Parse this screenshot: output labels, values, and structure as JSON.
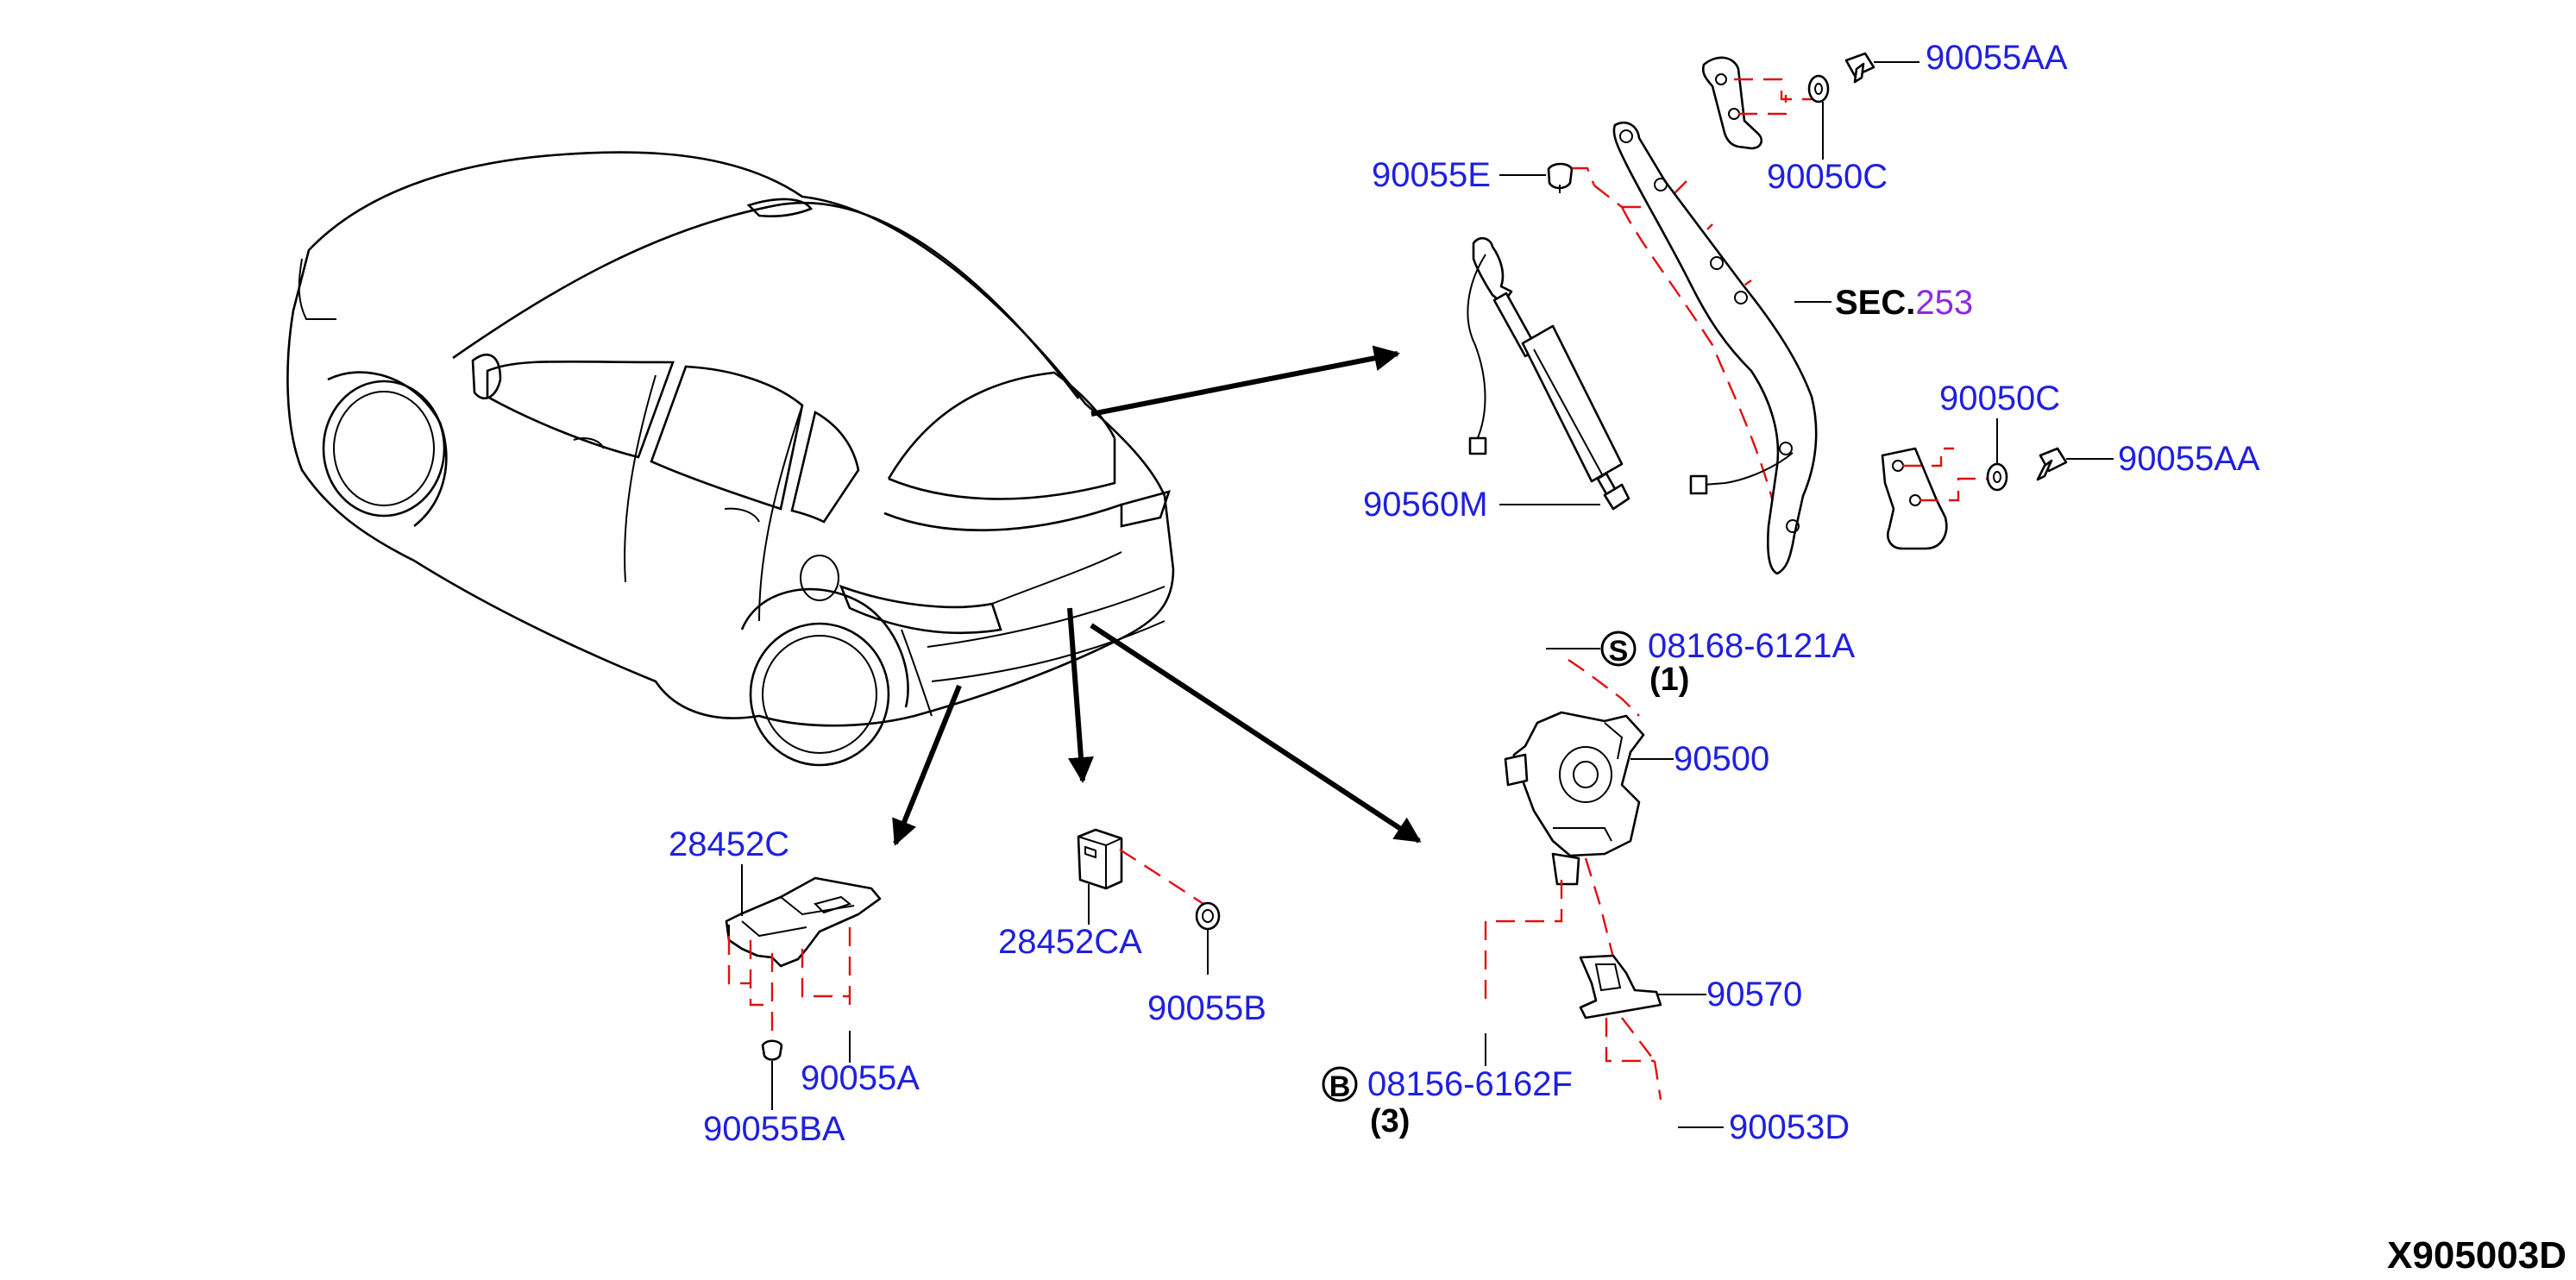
{
  "parts": {
    "p90055AA_top": "90055AA",
    "p90050C_top": "90050C",
    "p90055E": "90055E",
    "sec_prefix": "SEC.",
    "sec_number": "253",
    "p90050C_mid": "90050C",
    "p90055AA_mid": "90055AA",
    "p90560M": "90560M",
    "p08168": "08168-6121A",
    "qty_08168": "(1)",
    "p90500": "90500",
    "p90570": "90570",
    "p08156": "08156-6162F",
    "qty_08156": "(3)",
    "p90053D": "90053D",
    "p28452C": "28452C",
    "p90055A": "90055A",
    "p90055BA": "90055BA",
    "p28452CA": "28452CA",
    "p90055B": "90055B",
    "badge_s": "S",
    "badge_b": "B"
  },
  "diagram_code": "X905003D",
  "colors": {
    "label": "#1f1fe0",
    "leader_dashed": "#e01010",
    "section_number": "#8a2be2",
    "line": "#000000"
  }
}
